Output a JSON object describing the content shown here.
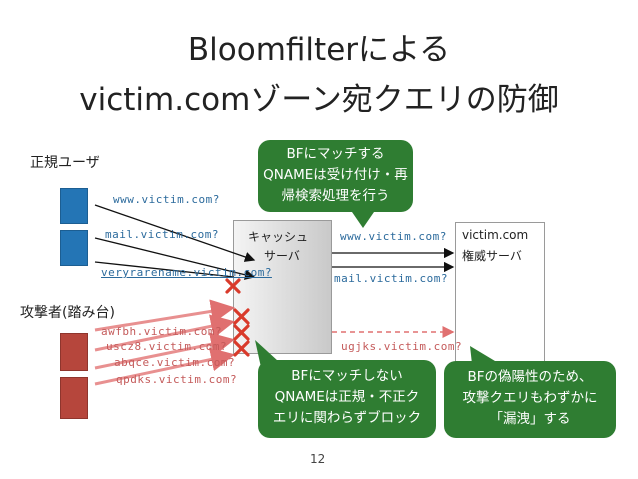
{
  "title": {
    "line1": "Bloomfilterによる",
    "line2": "victim.comゾーン宛クエリの防御"
  },
  "actors": {
    "legit_user": "正規ユーザ",
    "attacker": "攻撃者(踏み台)"
  },
  "servers": {
    "cache_line1": "キャッシュ",
    "cache_line2": "サーバ",
    "auth_line1": "victim.com",
    "auth_line2": "権威サーバ"
  },
  "queries": {
    "legit": [
      "www.victim.com?",
      "mail.victim.com?",
      "veryrarename.victim.com?"
    ],
    "attack": [
      "awfbh.victim.com?",
      "uscz8.victim.com?",
      "abqce.victim.com?",
      "qpdks.victim.com?"
    ],
    "forwarded": [
      "www.victim.com?",
      "mail.victim.com?",
      "ugjks.victim.com?"
    ]
  },
  "callouts": {
    "match": [
      "BFにマッチする",
      "QNAMEは受け付け・再",
      "帰検索処理を行う"
    ],
    "nomatch": [
      "BFにマッチしない",
      "QNAMEは正規・不正ク",
      "エリに関わらずブロック"
    ],
    "falsepos": [
      "BFの偽陽性のため、",
      "攻撃クエリもわずかに",
      "「漏洩」する"
    ]
  },
  "page_number": "12",
  "colors": {
    "callout_green": "#2f7d32",
    "user_blue": "#2475b5",
    "attacker_red": "#b6463c",
    "block_red": "#d93a2b",
    "query_blue": "#2b6a9c",
    "query_red": "#c45a5a"
  },
  "icons": {
    "block": "cross-icon"
  }
}
